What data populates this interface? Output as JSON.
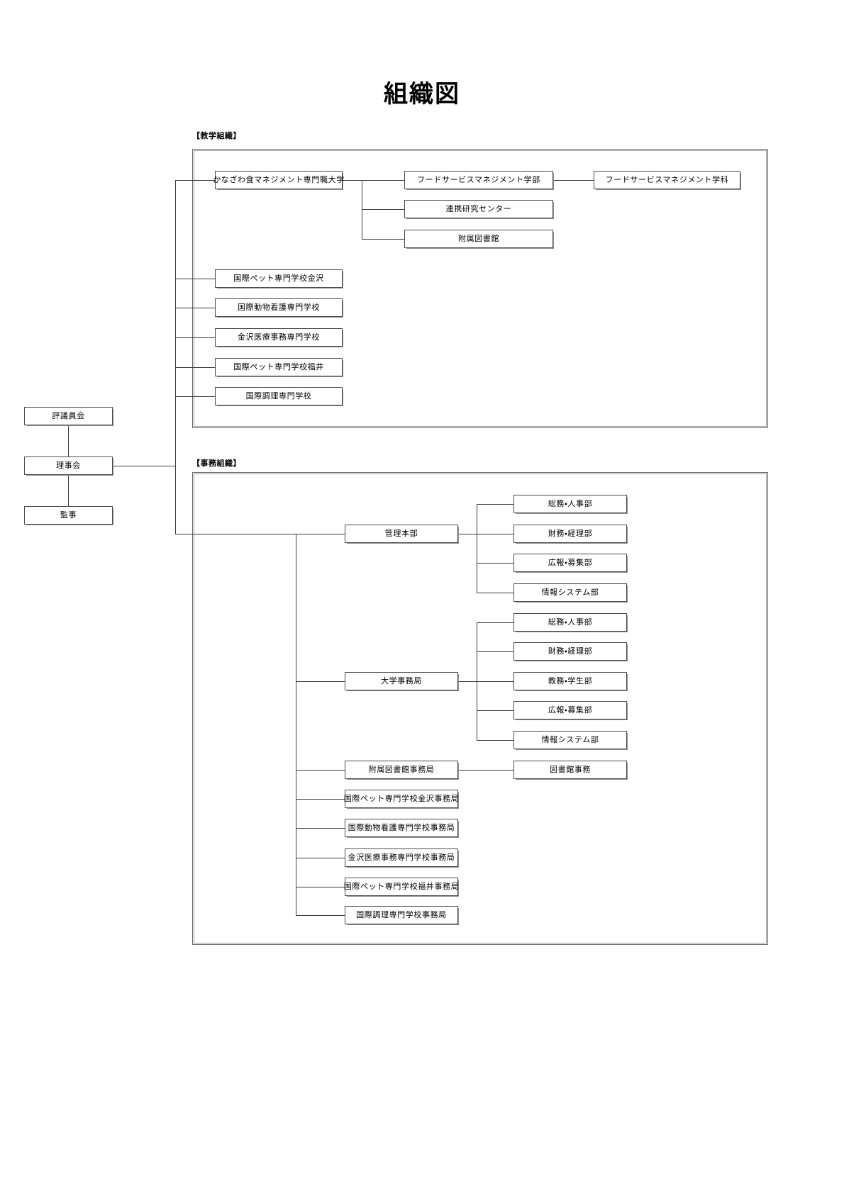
{
  "page": {
    "title": "組織図"
  },
  "sections": [
    {
      "id": "academic",
      "caption": "【教学組織】"
    },
    {
      "id": "administrative",
      "caption": "【事務組織】"
    }
  ],
  "governance": {
    "nodes": [
      {
        "id": "councillors",
        "label": "評議員会"
      },
      {
        "id": "board",
        "label": "理事会"
      },
      {
        "id": "auditors",
        "label": "監事"
      }
    ]
  },
  "academic": {
    "university": "かなざわ食マネジメント専門職大学",
    "university_children": [
      {
        "id": "faculty",
        "label": "フードサービスマネジメント学部"
      },
      {
        "id": "research-center",
        "label": "連携研究センター"
      },
      {
        "id": "library",
        "label": "附属図書館"
      }
    ],
    "department": "フードサービスマネジメント学科",
    "schools": [
      {
        "id": "pet-kanazawa",
        "label": "国際ペット専門学校金沢"
      },
      {
        "id": "animal-nursing",
        "label": "国際動物看護専門学校"
      },
      {
        "id": "medical-office",
        "label": "金沢医療事務専門学校"
      },
      {
        "id": "pet-fukui",
        "label": "国際ペット専門学校福井"
      },
      {
        "id": "cooking",
        "label": "国際調理専門学校"
      }
    ]
  },
  "administrative": {
    "divisions": [
      {
        "id": "management-hq",
        "label": "管理本部"
      },
      {
        "id": "university-office",
        "label": "大学事務局"
      },
      {
        "id": "library-office",
        "label": "附属図書館事務局"
      }
    ],
    "management_hq_departments": [
      {
        "id": "hq-general-affairs",
        "label": "総務・人事部"
      },
      {
        "id": "hq-finance",
        "label": "財務・経理部"
      },
      {
        "id": "hq-pr",
        "label": "広報・募集部"
      },
      {
        "id": "hq-info-systems",
        "label": "情報システム部"
      }
    ],
    "university_office_departments": [
      {
        "id": "uo-general-affairs",
        "label": "総務・人事部"
      },
      {
        "id": "uo-finance",
        "label": "財務・経理部"
      },
      {
        "id": "uo-academic-affairs",
        "label": "教務・学生部"
      },
      {
        "id": "uo-pr",
        "label": "広報・募集部"
      },
      {
        "id": "uo-info-systems",
        "label": "情報システム部"
      }
    ],
    "library_office_children": [
      {
        "id": "library-clerk",
        "label": "図書館事務"
      }
    ],
    "school_offices": [
      {
        "id": "office-pet-kanazawa",
        "label": "国際ペット専門学校金沢事務局"
      },
      {
        "id": "office-animal-nursing",
        "label": "国際動物看護専門学校事務局"
      },
      {
        "id": "office-medical",
        "label": "金沢医療事務専門学校事務局"
      },
      {
        "id": "office-pet-fukui",
        "label": "国際ペット専門学校福井事務局"
      },
      {
        "id": "office-cooking",
        "label": "国際調理専門学校事務局"
      }
    ]
  }
}
